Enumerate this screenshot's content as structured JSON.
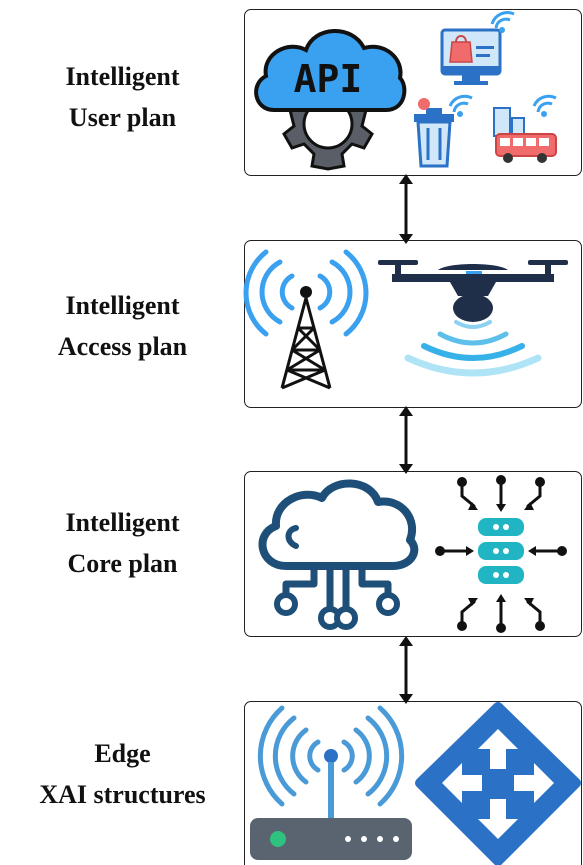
{
  "layers": [
    {
      "id": "user",
      "label_line1": "Intelligent",
      "label_line2": "User plan",
      "icons": [
        "cloud-api-gear-icon",
        "smart-shop-monitor-icon",
        "smart-trash-bin-icon",
        "smart-bus-city-icon"
      ]
    },
    {
      "id": "access",
      "label_line1": "Intelligent",
      "label_line2": "Access plan",
      "icons": [
        "radio-tower-icon",
        "drone-icon"
      ]
    },
    {
      "id": "core",
      "label_line1": "Intelligent",
      "label_line2": "Core plan",
      "icons": [
        "cloud-circuit-icon",
        "server-data-flow-icon"
      ]
    },
    {
      "id": "edge",
      "label_line1": "Edge",
      "label_line2": "XAI structures",
      "icons": [
        "wifi-router-icon",
        "network-router-arrows-icon"
      ]
    }
  ],
  "icon_text": {
    "api": "API"
  },
  "connectors": [
    "user-access",
    "access-core",
    "core-edge"
  ],
  "colors": {
    "border": "#222222",
    "api_blue": "#3aa0f0",
    "gear_gray": "#5a5e66",
    "drone_navy": "#1f2f4a",
    "cloud_navy": "#1d4f79",
    "teal": "#21b5c4",
    "router_blue": "#2b72c6",
    "wifi_blue": "#4a9ad8"
  }
}
